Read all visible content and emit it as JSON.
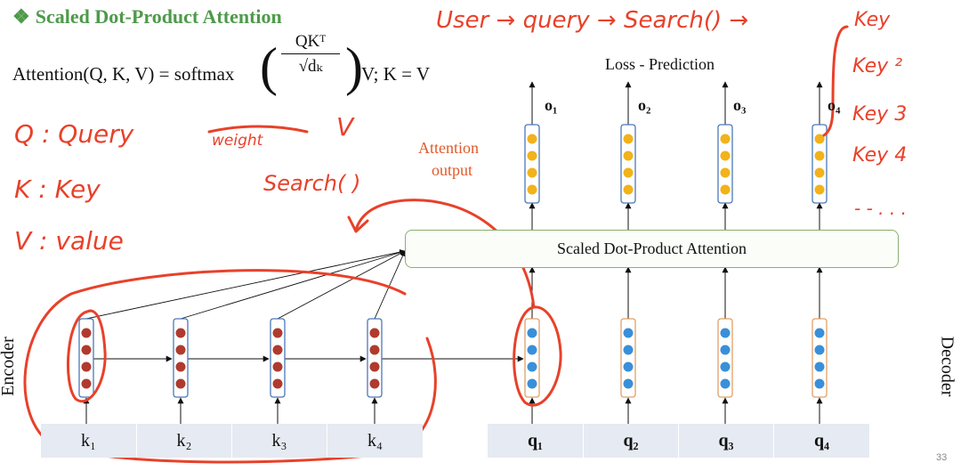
{
  "title": {
    "bullet": "❖",
    "text": "Scaled Dot-Product Attention"
  },
  "formula": {
    "lhs": "Attention(Q, K, V) = softmax",
    "numerator": "QKᵀ",
    "denominator": "√dₖ",
    "tail": "V; K = V"
  },
  "loss_label": "Loss - Prediction",
  "outputs": [
    "o₁",
    "o₂",
    "o₃",
    "o₄"
  ],
  "attention_output_label": [
    "Attention",
    "output"
  ],
  "attention_box_label": "Scaled Dot-Product Attention",
  "encoder_label": "Encoder",
  "decoder_label": "Decoder",
  "encoder_tokens": [
    "k₁",
    "k₂",
    "k₃",
    "k₄"
  ],
  "decoder_tokens": [
    "q₁",
    "q₂",
    "q₃",
    "q₄"
  ],
  "page_number": "33",
  "handwriting": {
    "q": "Q : Query",
    "weight": "weight",
    "v_mark": "V",
    "k": "K : Key",
    "search": "Search( )",
    "v": "V : value",
    "flow": "User → query → Search() →",
    "keys": [
      "Key",
      "Key ²",
      "Key 3",
      "Key 4",
      "- - . . ."
    ]
  },
  "colors": {
    "title": "#4e9a4a",
    "encoder_dot": "#b03a2e",
    "decoder_dot": "#3a8fd9",
    "output_dot": "#f2b21a",
    "annotation": "#e8412a",
    "token_bg": "#e6eaf2"
  }
}
